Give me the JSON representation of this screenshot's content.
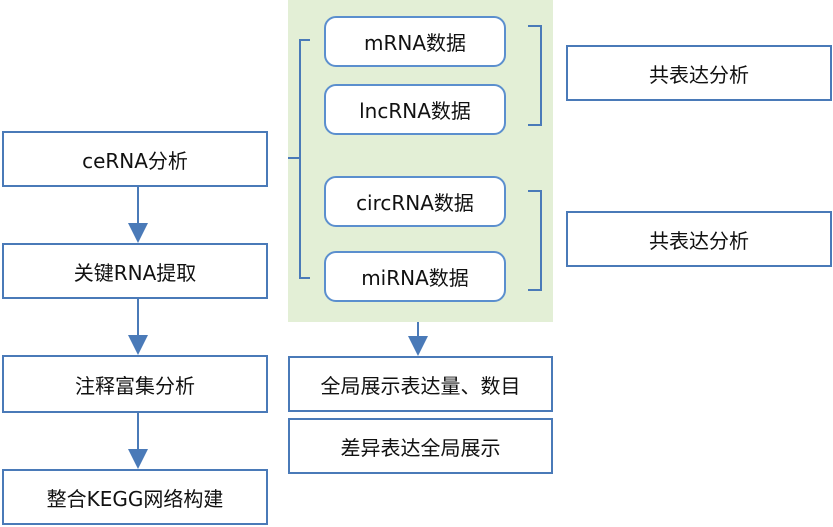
{
  "left_flow": {
    "steps": [
      "ceRNA分析",
      "关键RNA提取",
      "注释富集分析",
      "整合KEGG网络构建"
    ]
  },
  "data_group": {
    "items": [
      "mRNA数据",
      "lncRNA数据",
      "circRNA数据",
      "miRNA数据"
    ]
  },
  "right_labels": {
    "coexpression_top": "共表达分析",
    "coexpression_bottom": "共表达分析"
  },
  "bottom_outputs": {
    "global_display": "全局展示表达量、数目",
    "diff_display": "差异表达全局展示"
  },
  "colors": {
    "border": "#4a7ab8",
    "arrow": "#4a7ab8",
    "panel_bg": "#e3efd6"
  }
}
